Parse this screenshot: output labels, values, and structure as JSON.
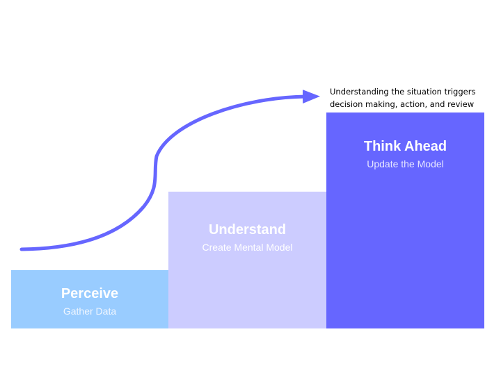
{
  "steps": [
    {
      "title": "Perceive",
      "subtitle": "Gather Data"
    },
    {
      "title": "Understand",
      "subtitle": "Create Mental Model"
    },
    {
      "title": "Think Ahead",
      "subtitle": "Update the Model"
    }
  ],
  "callout": {
    "line1": "Understanding the situation triggers",
    "line2": "decision making, action, and review"
  },
  "colors": {
    "perceive": "#99ccff",
    "understand": "#ccccff",
    "think_ahead": "#6666ff",
    "arrow": "#6666ff"
  }
}
